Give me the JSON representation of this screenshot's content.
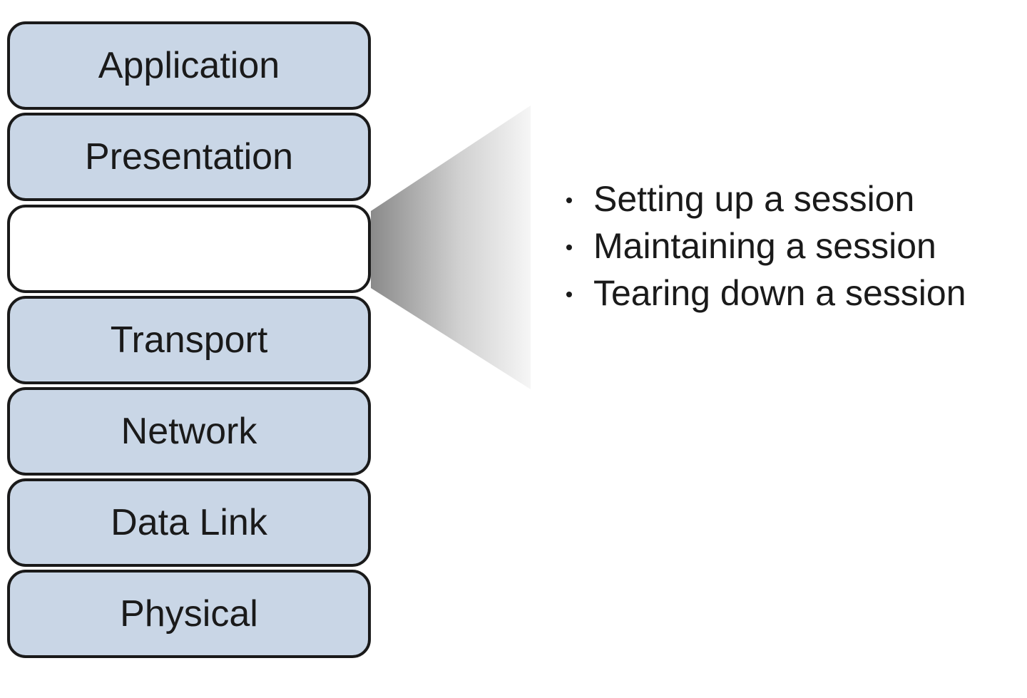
{
  "layers": [
    {
      "label": "Application",
      "highlighted": false
    },
    {
      "label": "Presentation",
      "highlighted": false
    },
    {
      "label": "",
      "highlighted": true
    },
    {
      "label": "Transport",
      "highlighted": false
    },
    {
      "label": "Network",
      "highlighted": false
    },
    {
      "label": "Data Link",
      "highlighted": false
    },
    {
      "label": "Physical",
      "highlighted": false
    }
  ],
  "functions": [
    "Setting up a session",
    "Maintaining a session",
    "Tearing down a session"
  ],
  "colors": {
    "layer_fill": "#c9d6e6",
    "highlight_fill": "#ffffff",
    "outline": "#1a1a1a",
    "callout_gradient_start": "#8a8a8a",
    "callout_gradient_end": "#ffffff"
  }
}
